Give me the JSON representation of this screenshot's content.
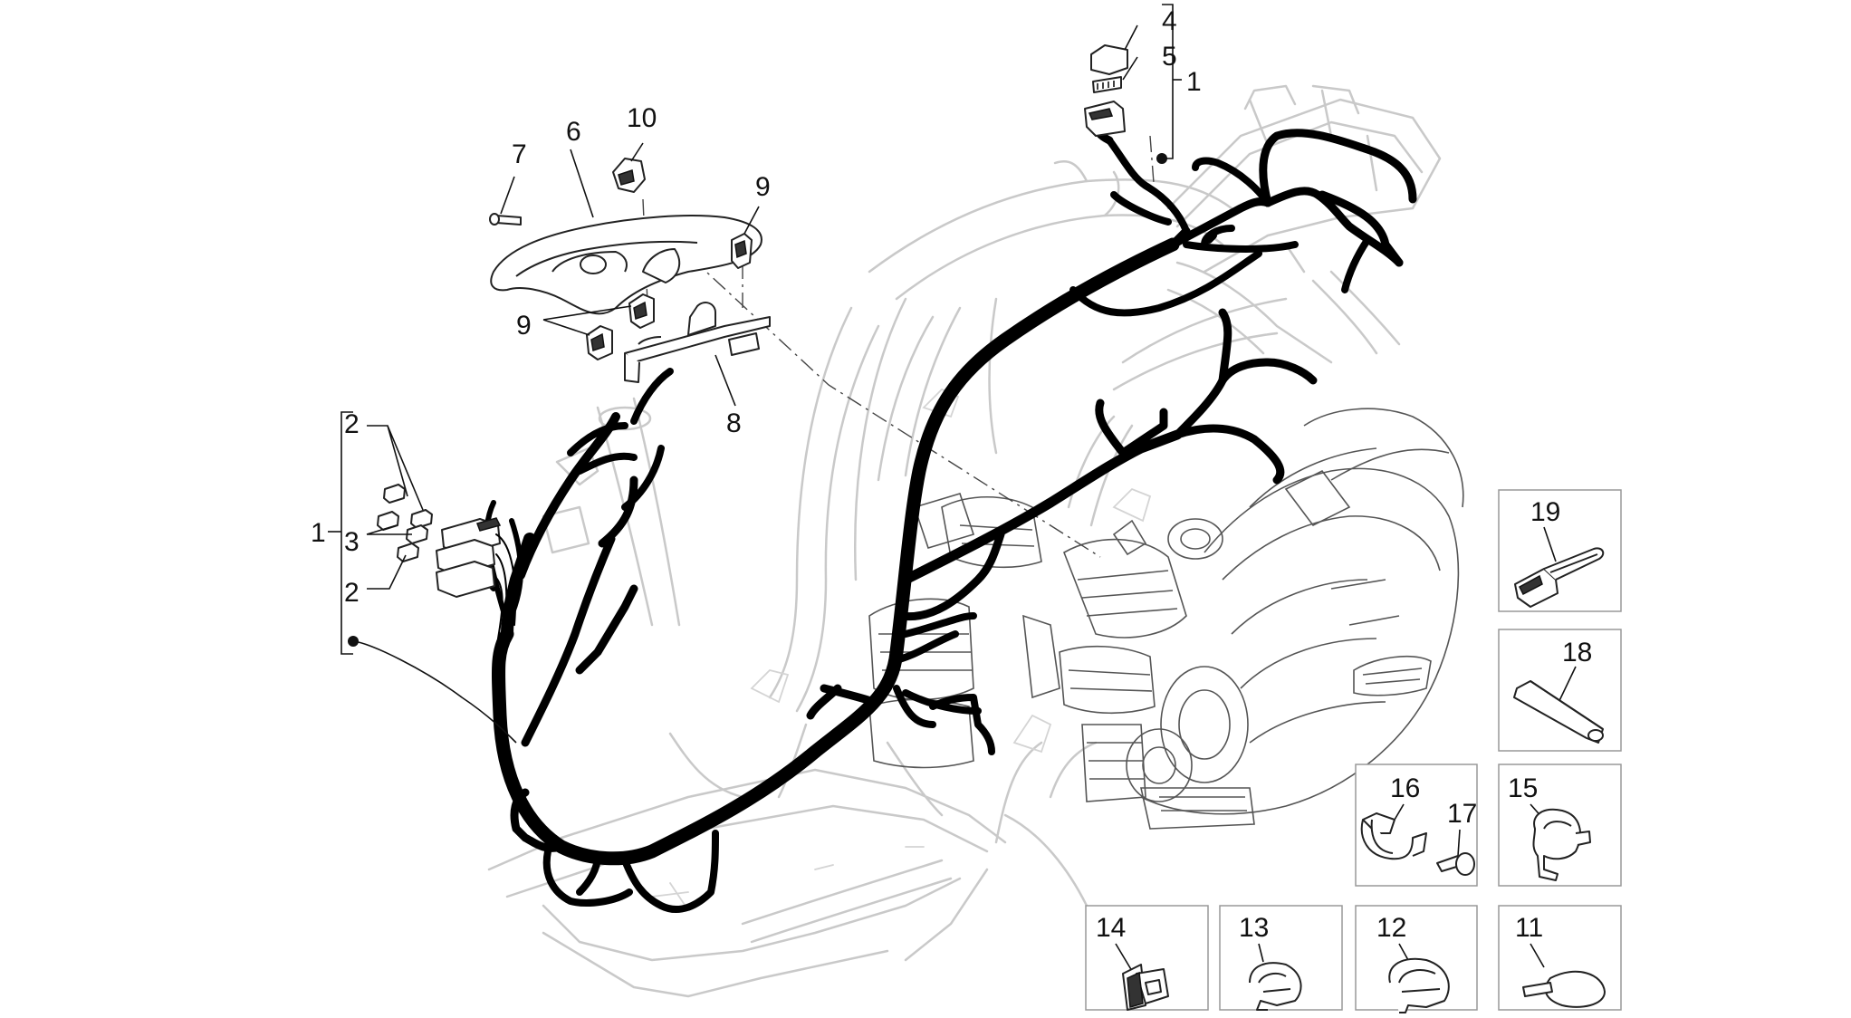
{
  "callouts": {
    "c1_top": "1",
    "c1_left": "1",
    "c2_upper": "2",
    "c2_lower": "2",
    "c3": "3",
    "c4": "4",
    "c5": "5",
    "c6": "6",
    "c7": "7",
    "c8": "8",
    "c9_single": "9",
    "c9_pair": "9",
    "c10": "10"
  },
  "detail_boxes": [
    {
      "label": "19"
    },
    {
      "label": "18"
    },
    {
      "label": "16"
    },
    {
      "label": "17"
    },
    {
      "label": "15"
    },
    {
      "label": "14"
    },
    {
      "label": "13"
    },
    {
      "label": "12"
    },
    {
      "label": "11"
    }
  ],
  "colors": {
    "harness": "#000000",
    "frame": "#c9c9c9",
    "engine": "#555555",
    "box_border": "#999999"
  }
}
